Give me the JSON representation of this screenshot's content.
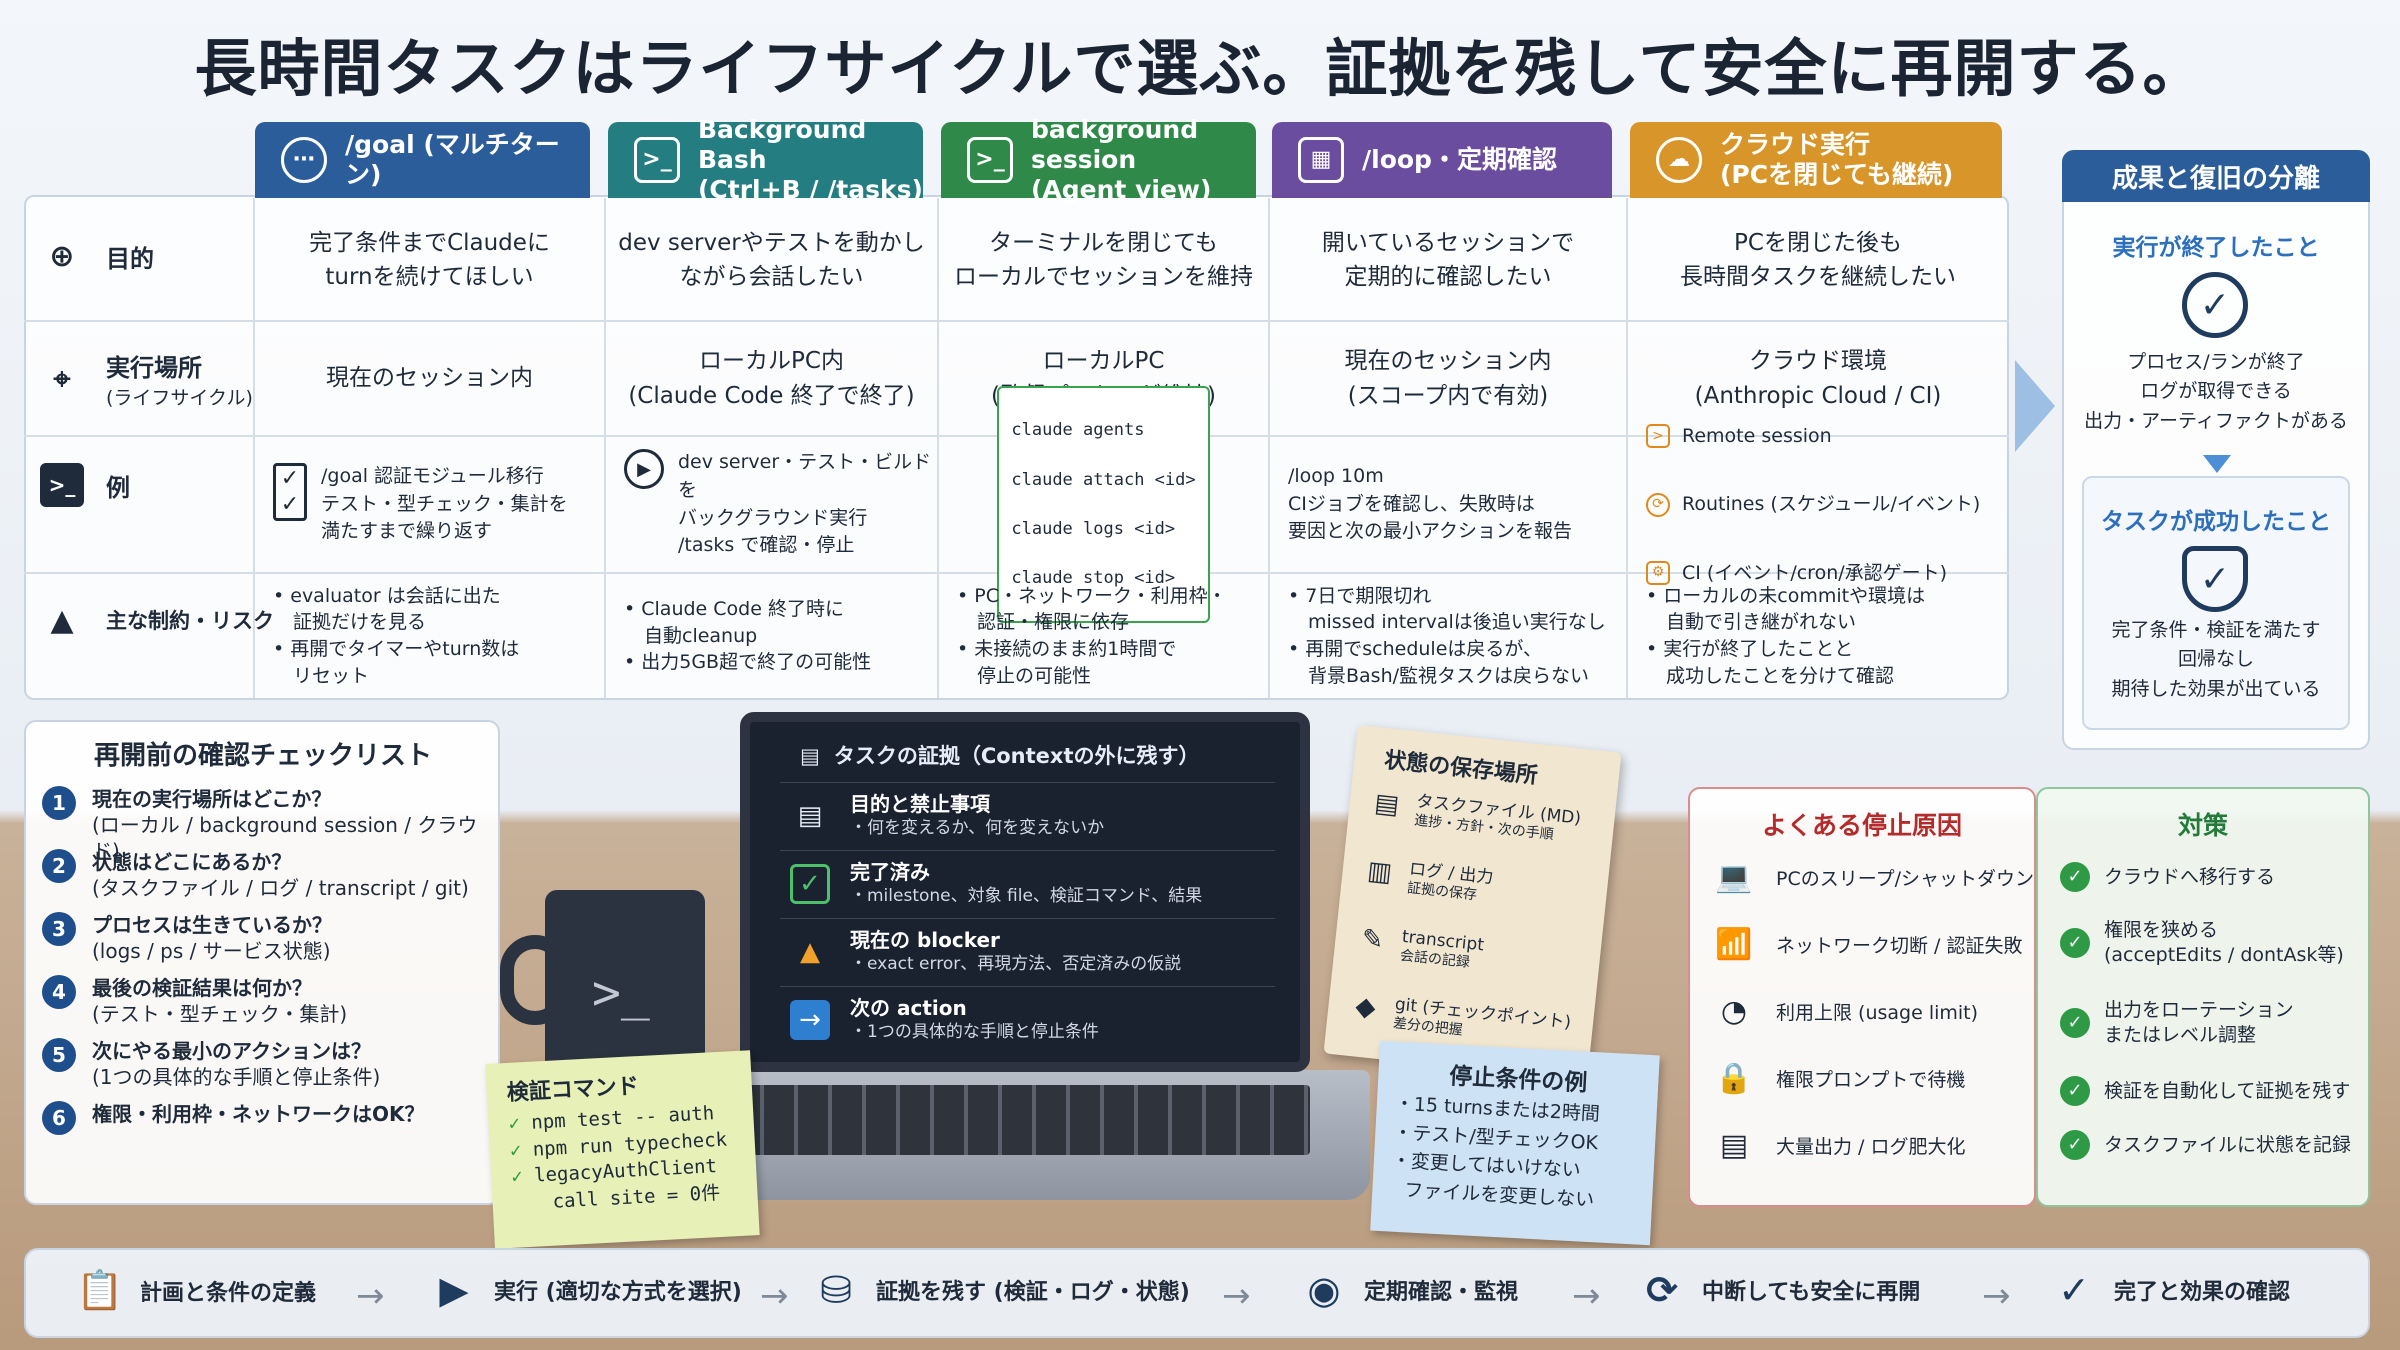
{
  "title": "長時間タスクはライフサイクルで選ぶ。証拠を残して安全に再開する。",
  "colors": {
    "goal": "#2b5d9a",
    "bg_bash": "#247d80",
    "bg_session": "#2f8a4a",
    "loop": "#6a4d9e",
    "cloud": "#d8962a",
    "result": "#2b5d9a"
  },
  "columns": [
    {
      "header": "/goal (マルチターン)",
      "icon": "chat-bubble-icon"
    },
    {
      "header": "Background Bash\n(Ctrl+B / /tasks)",
      "icon": "terminal-window-icon"
    },
    {
      "header": "background session\n(Agent view)",
      "icon": "terminal-window-icon"
    },
    {
      "header": "/loop・定期確認",
      "icon": "calendar-clock-icon"
    },
    {
      "header": "クラウド実行\n(PCを閉じても継続)",
      "icon": "cloud-icon"
    }
  ],
  "rows": {
    "purpose": {
      "label": "目的",
      "cells": [
        "完了条件までClaudeに\nturnを続けてほしい",
        "dev serverやテストを動かし\nながら会話したい",
        "ターミナルを閉じても\nローカルでセッションを維持",
        "開いているセッションで\n定期的に確認したい",
        "PCを閉じた後も\n長時間タスクを継続したい"
      ]
    },
    "location": {
      "label": "実行場所",
      "sublabel": "(ライフサイクル)",
      "cells": [
        "現在のセッション内",
        "ローカルPC内\n(Claude Code 終了で終了)",
        "ローカルPC\n(監督プロセスが維持)",
        "現在のセッション内\n(スコープ内で有効)",
        "クラウド環境\n(Anthropic Cloud / CI)"
      ]
    },
    "example": {
      "label": "例",
      "goal": "/goal 認証モジュール移行\nテスト・型チェック・集計を\n満たすまで繰り返す",
      "bash": "dev server・テスト・ビルドを\nバックグラウンド実行\n/tasks で確認・停止",
      "session_code": [
        "claude agents",
        "claude attach <id>",
        "claude logs <id>",
        "claude stop <id>"
      ],
      "loop": "/loop 10m\nCIジョブを確認し、失敗時は\n要因と次の最小アクションを報告",
      "cloud": [
        "Remote session",
        "Routines (スケジュール/イベント)",
        "CI (イベント/cron/承認ゲート)"
      ]
    },
    "risk": {
      "label": "主な制約・リスク",
      "cells": [
        [
          "evaluator は会話に出た\n証拠だけを見る",
          "再開でタイマーやturn数は\nリセット"
        ],
        [
          "Claude Code 終了時に\n自動cleanup",
          "出力5GB超で終了の可能性"
        ],
        [
          "PC・ネットワーク・利用枠・\n認証・権限に依存",
          "未接続のまま約1時間で\n停止の可能性"
        ],
        [
          "7日で期限切れ\nmissed intervalは後追い実行なし",
          "再開でscheduleは戻るが、\n背景Bash/監視タスクは戻らない"
        ],
        [
          "ローカルの未commitや環境は\n自動で引き継がれない",
          "実行が終了したことと\n成功したことを分けて確認"
        ]
      ]
    }
  },
  "result_panel": {
    "title": "成果と復旧の分離",
    "finished_title": "実行が終了したこと",
    "finished_text": "プロセス/ランが終了\nログが取得できる\n出力・アーティファクトがある",
    "success_title": "タスクが成功したこと",
    "success_text": "完了条件・検証を満たす\n回帰なし\n期待した効果が出ている"
  },
  "checklist": {
    "title": "再開前の確認チェックリスト",
    "items": [
      {
        "n": "1",
        "q": "現在の実行場所はどこか？",
        "d": "(ローカル / background session / クラウド)"
      },
      {
        "n": "2",
        "q": "状態はどこにあるか？",
        "d": "(タスクファイル / ログ / transcript / git)"
      },
      {
        "n": "3",
        "q": "プロセスは生きているか？",
        "d": "(logs / ps / サービス状態)"
      },
      {
        "n": "4",
        "q": "最後の検証結果は何か？",
        "d": "(テスト・型チェック・集計)"
      },
      {
        "n": "5",
        "q": "次にやる最小のアクションは？",
        "d": "(1つの具体的な手順と停止条件)"
      },
      {
        "n": "6",
        "q": "権限・利用枠・ネットワークはOK？",
        "d": ""
      }
    ]
  },
  "evidence": {
    "title": "タスクの証拠（Contextの外に残す）",
    "items": [
      {
        "t": "目的と禁止事項",
        "d": "・何を変えるか、何を変えないか",
        "icon": "document-icon"
      },
      {
        "t": "完了済み",
        "d": "・milestone、対象 file、検証コマンド、結果",
        "icon": "check-icon"
      },
      {
        "t": "現在の blocker",
        "d": "・exact error、再現方法、否定済みの仮説",
        "icon": "warning-icon"
      },
      {
        "t": "次の action",
        "d": "・1つの具体的な手順と停止条件",
        "icon": "arrow-right-icon"
      }
    ]
  },
  "storage": {
    "title": "状態の保存場所",
    "items": [
      {
        "t": "タスクファイル (MD)",
        "d": "進捗・方針・次の手順"
      },
      {
        "t": "ログ / 出力",
        "d": "証拠の保存"
      },
      {
        "t": "transcript",
        "d": "会話の記録"
      },
      {
        "t": "git (チェックポイント)",
        "d": "差分の把握"
      }
    ]
  },
  "verify_note": {
    "title": "検証コマンド",
    "lines": [
      "npm test -- auth",
      "npm run typecheck",
      "legacyAuthClient",
      "call site = 0件"
    ]
  },
  "stop_note": {
    "title": "停止条件の例",
    "lines": [
      "・15 turnsまたは2時間",
      "・テスト/型チェックOK",
      "・変更してはいけない",
      "ファイルを変更しない"
    ]
  },
  "causes": {
    "title": "よくある停止原因",
    "items": [
      {
        "t": "PCのスリープ/シャットダウン",
        "icon": "laptop-icon"
      },
      {
        "t": "ネットワーク切断 / 認証失敗",
        "icon": "wifi-off-icon"
      },
      {
        "t": "利用上限 (usage limit)",
        "icon": "gauge-icon"
      },
      {
        "t": "権限プロンプトで待機",
        "icon": "lock-icon"
      },
      {
        "t": "大量出力 / ログ肥大化",
        "icon": "file-growth-icon"
      }
    ]
  },
  "measures": {
    "title": "対策",
    "items": [
      "クラウドへ移行する",
      "権限を狭める\n(acceptEdits / dontAsk等)",
      "出力をローテーション\nまたはレベル調整",
      "検証を自動化して証拠を残す",
      "タスクファイルに状態を記録"
    ]
  },
  "flow": [
    {
      "t": "計画と条件の定義",
      "icon": "clipboard-icon"
    },
    {
      "t": "実行 (適切な方式を選択)",
      "icon": "play-icon"
    },
    {
      "t": "証拠を残す (検証・ログ・状態)",
      "icon": "database-icon"
    },
    {
      "t": "定期確認・監視",
      "icon": "eye-icon"
    },
    {
      "t": "中断しても安全に再開",
      "icon": "refresh-icon"
    },
    {
      "t": "完了と効果の確認",
      "icon": "check-circle-icon"
    }
  ],
  "flow_arrow": "→"
}
